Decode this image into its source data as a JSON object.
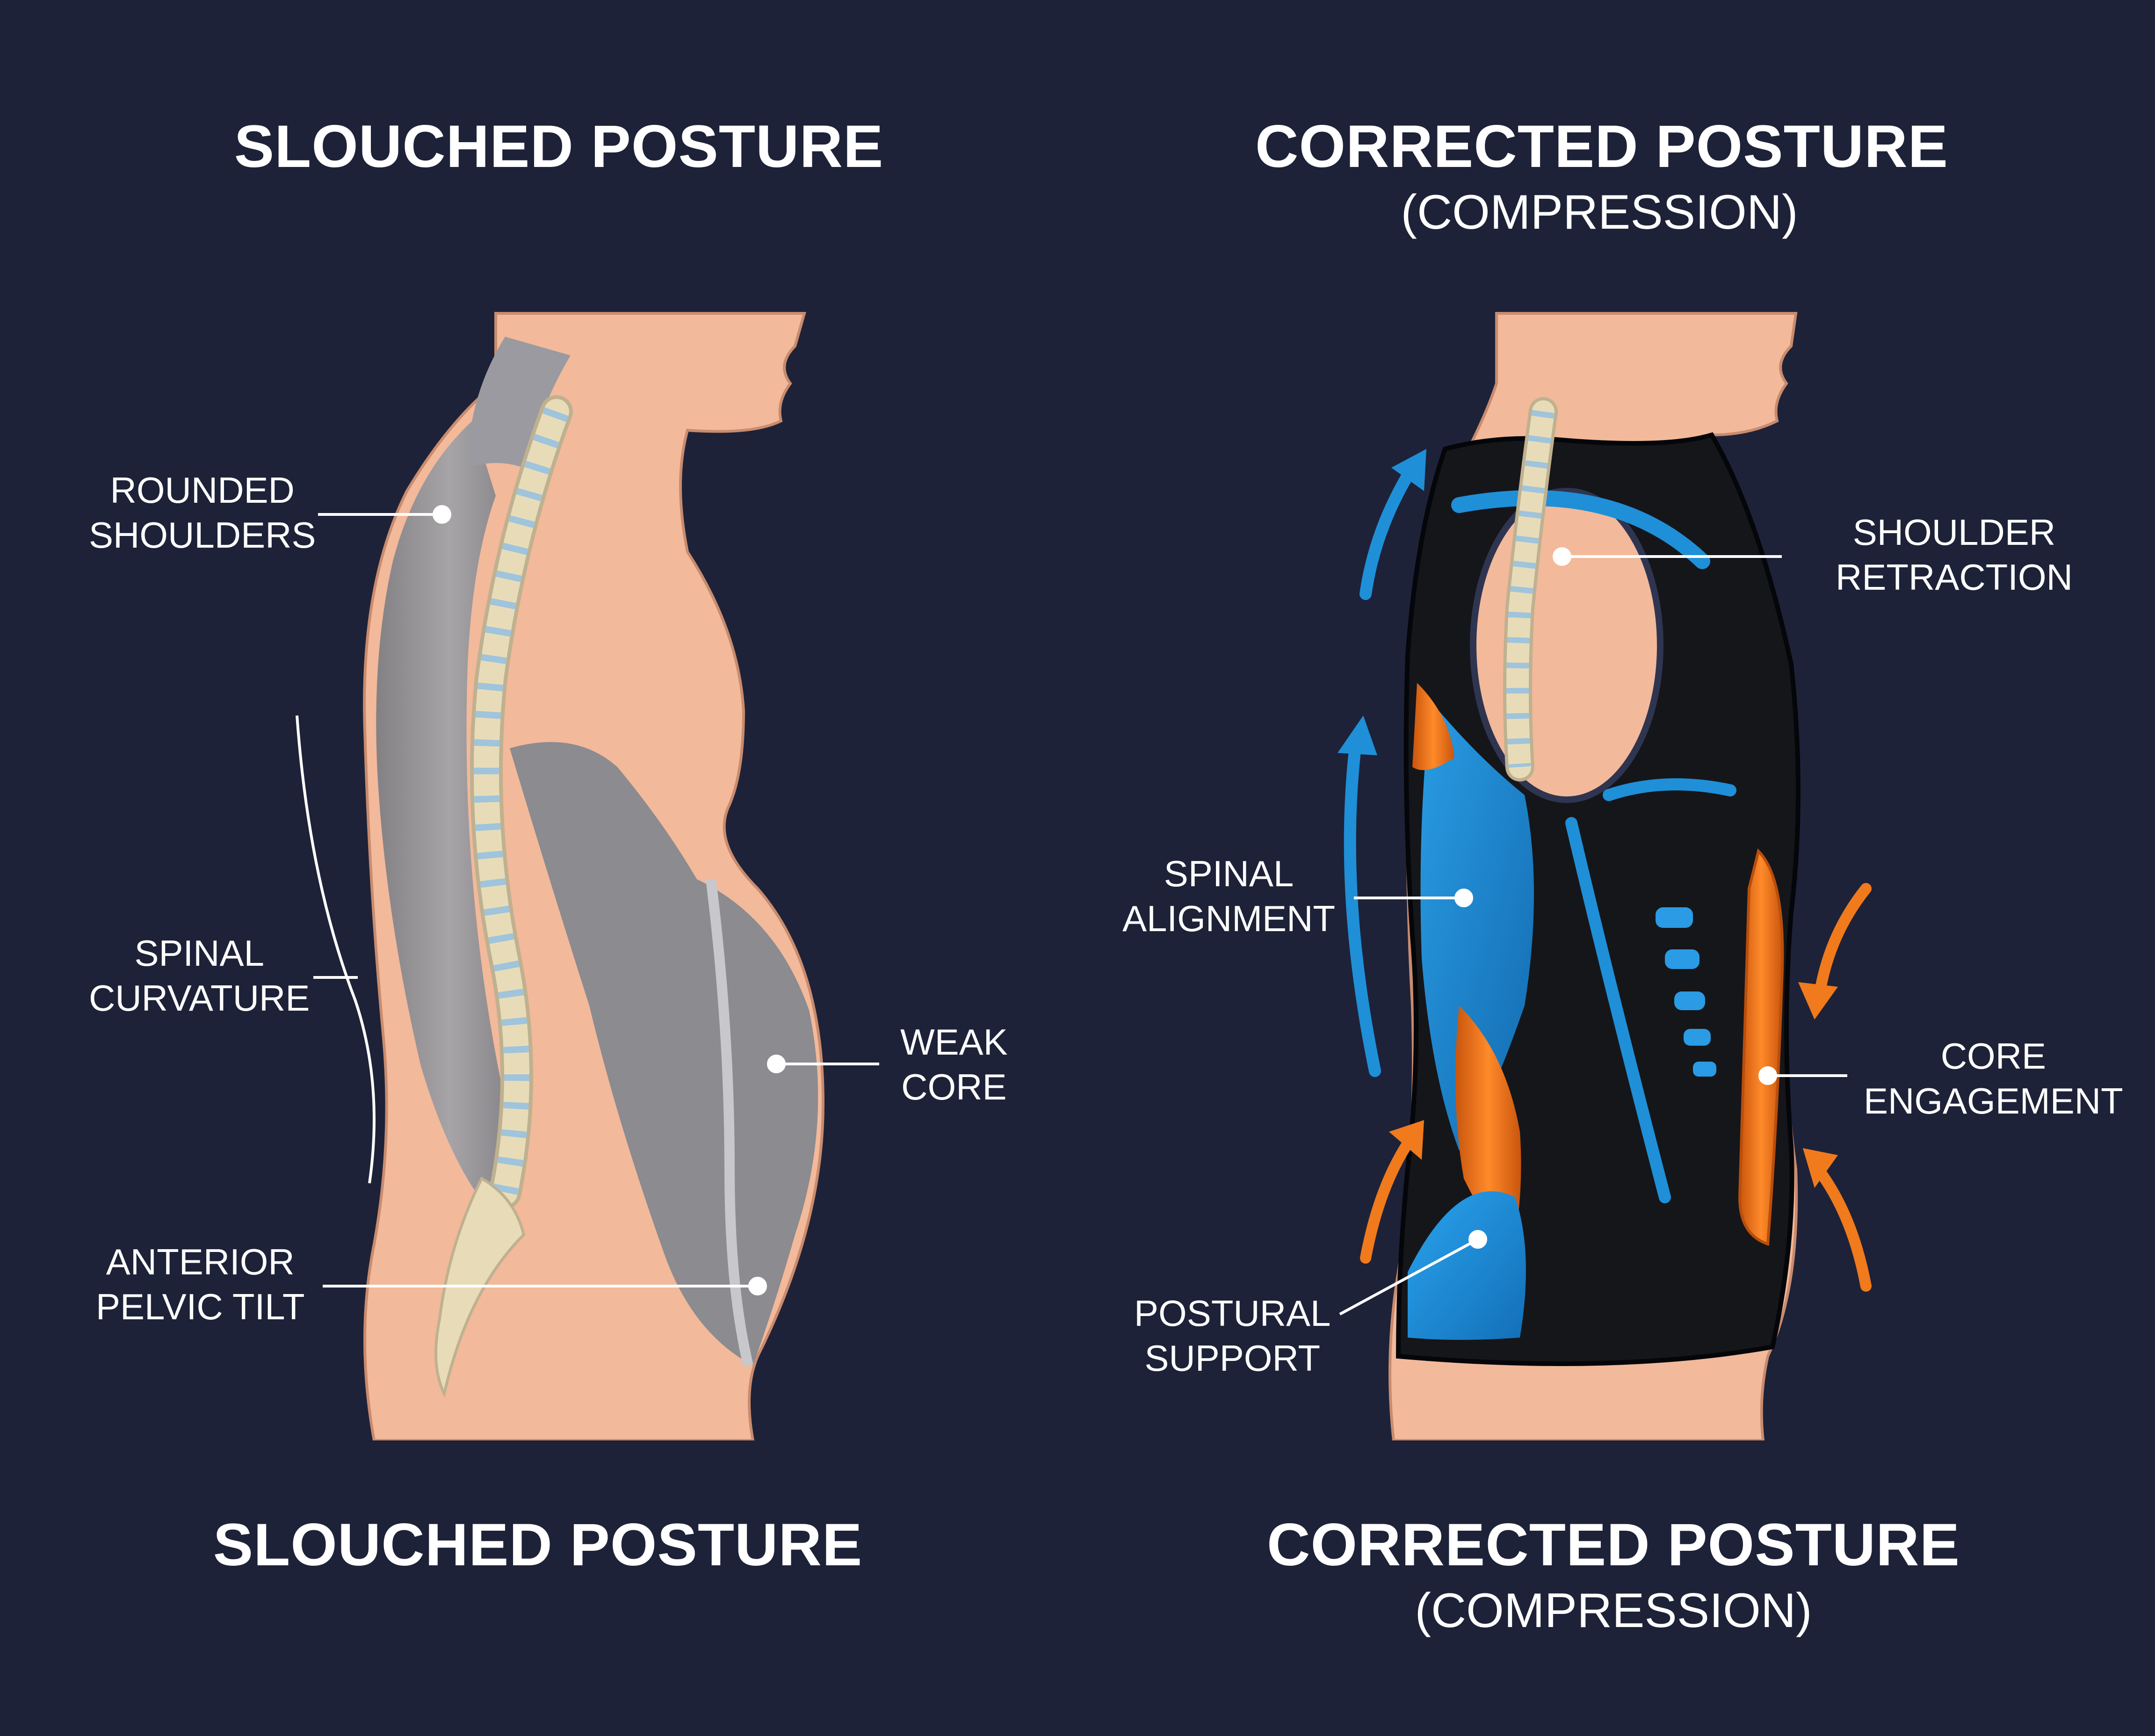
{
  "left_panel": {
    "title_top": "SLOUCHED POSTURE",
    "title_bottom": "SLOUCHED POSTURE",
    "labels": {
      "rounded_shoulders": [
        "ROUNDED",
        "SHOULDERS"
      ],
      "spinal_curvature": [
        "SPINAL",
        "CURVATURE"
      ],
      "weak_core": [
        "WEAK",
        "CORE"
      ],
      "anterior_pelvic_tilt": [
        "ANTERIOR",
        "PELVIC TILT"
      ]
    }
  },
  "right_panel": {
    "title_top": "CORRECTED POSTURE",
    "subtitle_top": "(COMPRESSION)",
    "title_bottom": "CORRECTED POSTURE",
    "subtitle_bottom": "(COMPRESSION)",
    "labels": {
      "shoulder_retraction": [
        "SHOULDER",
        "RETRACTION"
      ],
      "spinal_alignment": [
        "SPINAL",
        "ALIGNMENT"
      ],
      "core_engagement": [
        "CORE",
        "ENGAGEMENT"
      ],
      "postural_support": [
        "POSTURAL",
        "SUPPORT"
      ]
    }
  },
  "colors": {
    "background": "#1d2238",
    "skin": "#f2b99a",
    "muscle_gray": "#8e8e92",
    "bone": "#e8dcb8",
    "disc": "#9fc4dc",
    "garment_black": "#15161a",
    "accent_blue": "#1f8fd8",
    "accent_orange": "#f07a1c",
    "label_line": "#ffffff"
  }
}
